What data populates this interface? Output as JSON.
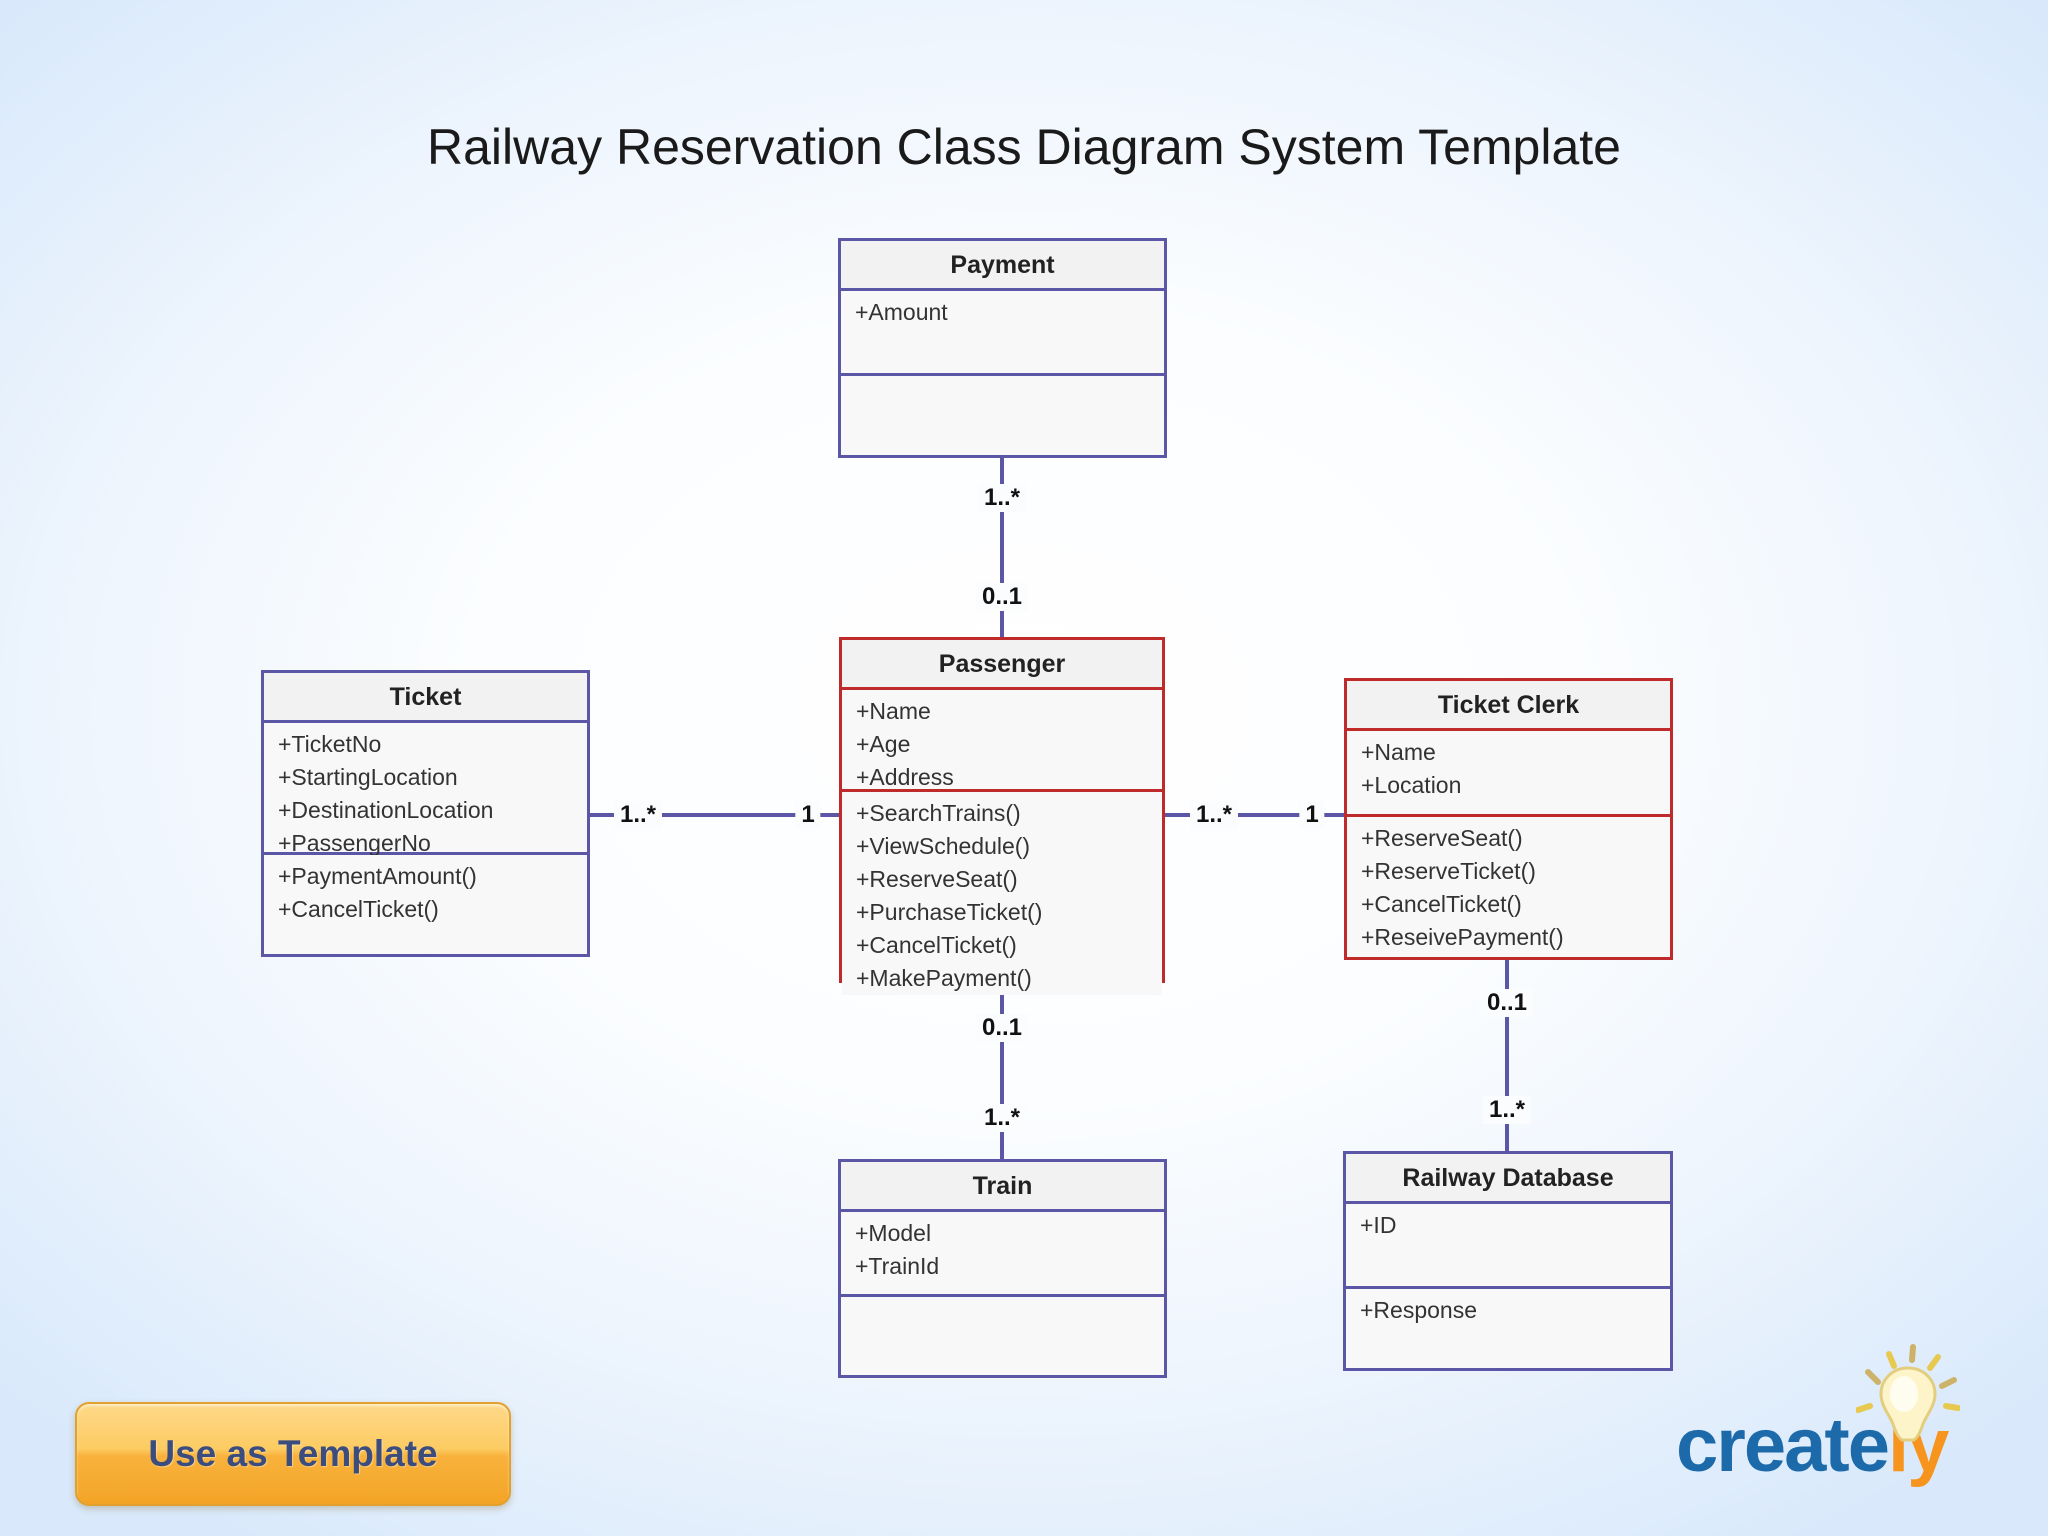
{
  "title": "Railway Reservation Class Diagram System Template",
  "classes": [
    {
      "name": "Payment",
      "attributes": [
        "+Amount"
      ],
      "methods": []
    },
    {
      "name": "Passenger",
      "attributes": [
        "+Name",
        "+Age",
        "+Address"
      ],
      "methods": [
        "+SearchTrains()",
        "+ViewSchedule()",
        "+ReserveSeat()",
        "+PurchaseTicket()",
        "+CancelTicket()",
        "+MakePayment()"
      ]
    },
    {
      "name": "Ticket",
      "attributes": [
        "+TicketNo",
        "+StartingLocation",
        "+DestinationLocation",
        "+PassengerNo"
      ],
      "methods": [
        "+PaymentAmount()",
        "+CancelTicket()"
      ]
    },
    {
      "name": "Ticket Clerk",
      "attributes": [
        "+Name",
        "+Location"
      ],
      "methods": [
        "+ReserveSeat()",
        "+ReserveTicket()",
        "+CancelTicket()",
        "+ReseivePayment()"
      ]
    },
    {
      "name": "Train",
      "attributes": [
        "+Model",
        "+TrainId"
      ],
      "methods": []
    },
    {
      "name": "Railway Database",
      "attributes": [
        "+ID"
      ],
      "methods": [
        "+Response"
      ]
    }
  ],
  "connectors": [
    {
      "from": "Payment",
      "to": "Passenger",
      "end_a": "1..*",
      "end_b": "0..1"
    },
    {
      "from": "Ticket",
      "to": "Passenger",
      "end_a": "1..*",
      "end_b": "1"
    },
    {
      "from": "Passenger",
      "to": "Ticket Clerk",
      "end_a": "1..*",
      "end_b": "1"
    },
    {
      "from": "Passenger",
      "to": "Train",
      "end_a": "0..1",
      "end_b": "1..*"
    },
    {
      "from": "Ticket Clerk",
      "to": "Railway Database",
      "end_a": "0..1",
      "end_b": "1..*"
    }
  ],
  "button": {
    "label": "Use as Template"
  },
  "logo": {
    "text_blue": "create",
    "text_orange": "ly",
    "icon": "lightbulb-icon"
  },
  "colors": {
    "class_border_purple": "#5b56a5",
    "class_border_red": "#bf2a2a",
    "class_header_bg": "#f3f2f3",
    "class_body_bg": "#f9f8f9",
    "button_gradient_top": "#fed98a",
    "button_gradient_bottom": "#f3a426",
    "button_text": "#3b4c7e",
    "logo_blue": "#1d6aab",
    "logo_orange": "#f6941e",
    "background_edge": "#d9e9fb",
    "background_center": "#ffffff"
  }
}
